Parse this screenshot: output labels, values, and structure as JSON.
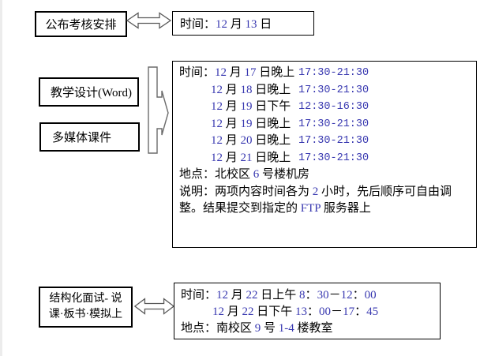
{
  "colors": {
    "number": "#3838b0",
    "border": "#000000",
    "arrow_outline": "#595959",
    "page_edge": "#ececec"
  },
  "top_row": {
    "announce_box": {
      "label": "公布考核安排"
    },
    "time_box": {
      "segments": [
        {
          "t": "时间："
        },
        {
          "t": "12",
          "c": "n"
        },
        {
          "t": " 月 "
        },
        {
          "t": "13",
          "c": "n"
        },
        {
          "t": " 日"
        }
      ]
    }
  },
  "middle_row": {
    "teaching_design_box": {
      "label": "教学设计(Word)"
    },
    "courseware_box": {
      "label": "多媒体课件"
    },
    "detail_box": {
      "schedule": [
        {
          "date_segments": [
            {
              "t": "时间："
            },
            {
              "t": "12",
              "c": "n"
            },
            {
              "t": " 月 "
            },
            {
              "t": "17",
              "c": "n"
            },
            {
              "t": " 日晚上"
            }
          ],
          "time": "17:30-21:30",
          "indent": false
        },
        {
          "date_segments": [
            {
              "t": "12",
              "c": "n"
            },
            {
              "t": " 月 "
            },
            {
              "t": "18",
              "c": "n"
            },
            {
              "t": " 日晚上"
            }
          ],
          "time": "17:30-21:30",
          "indent": true
        },
        {
          "date_segments": [
            {
              "t": "12",
              "c": "n"
            },
            {
              "t": " 月 "
            },
            {
              "t": "19",
              "c": "n"
            },
            {
              "t": " 日下午"
            }
          ],
          "time": "12:30-16:30",
          "indent": true
        },
        {
          "date_segments": [
            {
              "t": "12",
              "c": "n"
            },
            {
              "t": " 月 "
            },
            {
              "t": "19",
              "c": "n"
            },
            {
              "t": " 日晚上"
            }
          ],
          "time": "17:30-21:30",
          "indent": true
        },
        {
          "date_segments": [
            {
              "t": "12",
              "c": "n"
            },
            {
              "t": " 月 "
            },
            {
              "t": "20",
              "c": "n"
            },
            {
              "t": " 日晚上"
            }
          ],
          "time": "17:30-21:30",
          "indent": true
        },
        {
          "date_segments": [
            {
              "t": "12",
              "c": "n"
            },
            {
              "t": " 月 "
            },
            {
              "t": "21",
              "c": "n"
            },
            {
              "t": " 日晚上"
            }
          ],
          "time": "17:30-21:30",
          "indent": true
        }
      ],
      "location_segments": [
        {
          "t": "地点：北校区 "
        },
        {
          "t": "6",
          "c": "n"
        },
        {
          "t": " 号楼机房"
        }
      ],
      "note_segments": [
        {
          "t": "说明：两项内容时间各为 "
        },
        {
          "t": "2",
          "c": "n"
        },
        {
          "t": " 小时，先后顺序可自由调整。结果提交到指定的 "
        },
        {
          "t": "FTP",
          "c": "n"
        },
        {
          "t": " 服务器上"
        }
      ]
    }
  },
  "bottom_row": {
    "interview_box": {
      "line1": "结构化面试- 说",
      "line2": "课·板书·模拟上"
    },
    "schedule_box": {
      "lines": [
        {
          "segments": [
            {
              "t": "时间："
            },
            {
              "t": "12",
              "c": "n"
            },
            {
              "t": " 月 "
            },
            {
              "t": "22",
              "c": "n"
            },
            {
              "t": " 日上午 "
            },
            {
              "t": "8",
              "c": "n"
            },
            {
              "t": "："
            },
            {
              "t": "30",
              "c": "n"
            },
            {
              "t": "－"
            },
            {
              "t": "12",
              "c": "n"
            },
            {
              "t": "："
            },
            {
              "t": "00",
              "c": "n"
            }
          ],
          "indent": false
        },
        {
          "segments": [
            {
              "t": "12",
              "c": "n"
            },
            {
              "t": " 月 "
            },
            {
              "t": "22",
              "c": "n"
            },
            {
              "t": " 日下午 "
            },
            {
              "t": "13",
              "c": "n"
            },
            {
              "t": "："
            },
            {
              "t": "00",
              "c": "n"
            },
            {
              "t": "－"
            },
            {
              "t": "17",
              "c": "n"
            },
            {
              "t": "："
            },
            {
              "t": "45",
              "c": "n"
            }
          ],
          "indent": false
        },
        {
          "segments": [
            {
              "t": "地点：南校区 "
            },
            {
              "t": "9",
              "c": "n"
            },
            {
              "t": " 号 "
            },
            {
              "t": "1-4",
              "c": "n"
            },
            {
              "t": " 楼教室"
            }
          ],
          "indent": false
        }
      ]
    }
  }
}
